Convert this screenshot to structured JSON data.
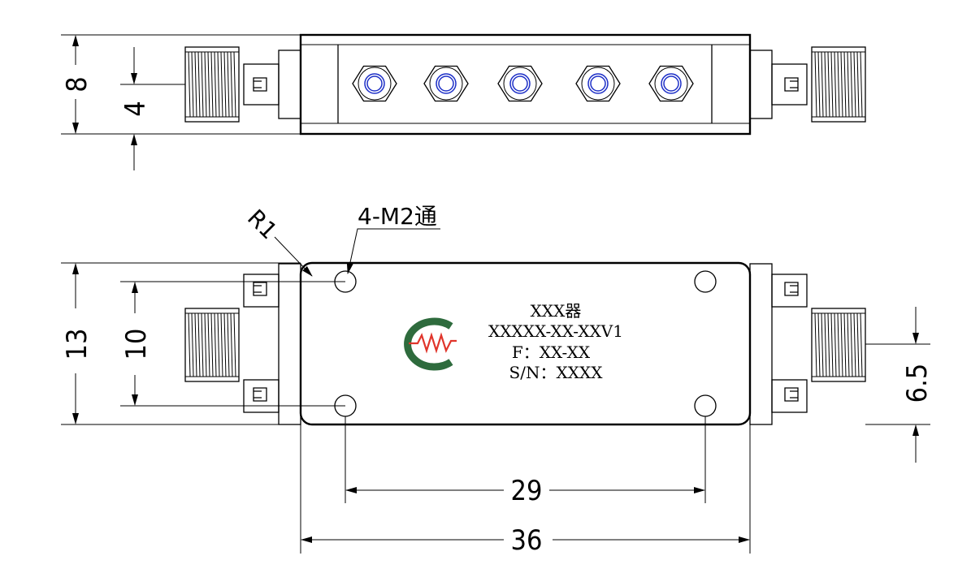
{
  "dimensions": {
    "top_height": "8",
    "top_connector": "4",
    "body_height": "13",
    "hole_spacing_v": "10",
    "connector_offset": "6.5",
    "hole_spacing_h": "29",
    "body_length": "36"
  },
  "callouts": {
    "corner_radius": "R1",
    "hole_spec": "4-M2通"
  },
  "label": {
    "line1": "XXX器",
    "line2": "XXXXX-XX-XXV1",
    "line3": "F：XX-XX",
    "line4": "S/N：XXXX"
  },
  "colors": {
    "inner_circle": "#1d2fc7",
    "logo_red": "#e0352b",
    "logo_green": "#2e6b3d"
  }
}
